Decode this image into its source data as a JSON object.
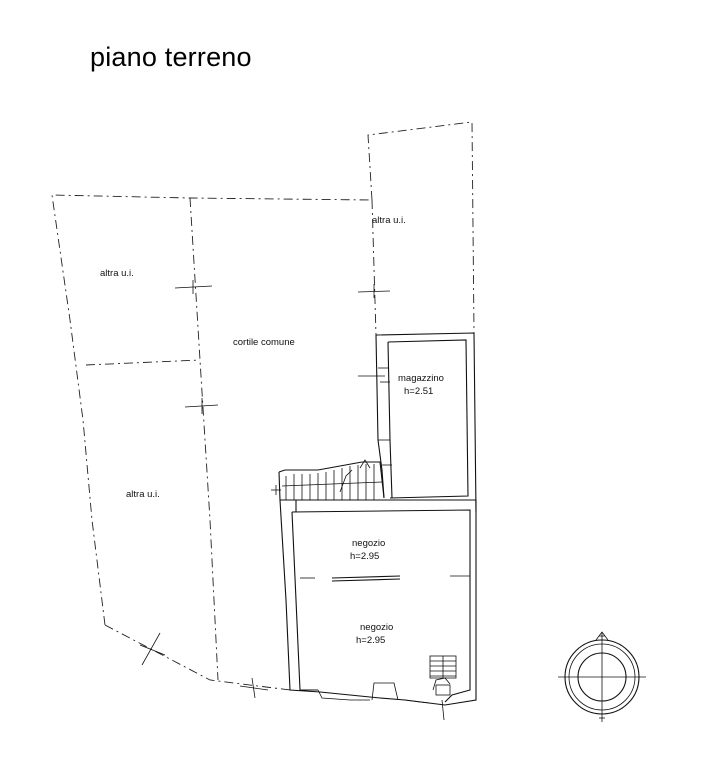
{
  "title": "piano terreno",
  "rooms": [
    {
      "id": "altra-ui-top-right",
      "lines": [
        "altra u.i."
      ]
    },
    {
      "id": "altra-ui-top-left",
      "lines": [
        "altra u.i."
      ]
    },
    {
      "id": "cortile-comune",
      "lines": [
        "cortile comune"
      ]
    },
    {
      "id": "magazzino",
      "lines": [
        "magazzino",
        "h=2.51"
      ]
    },
    {
      "id": "altra-ui-left",
      "lines": [
        "altra u.i."
      ]
    },
    {
      "id": "negozio-upper",
      "lines": [
        "negozio",
        "h=2.95"
      ]
    },
    {
      "id": "negozio-lower",
      "lines": [
        "negozio",
        "h=2.95"
      ]
    }
  ],
  "icons": {
    "north": "compass-rose-icon"
  }
}
